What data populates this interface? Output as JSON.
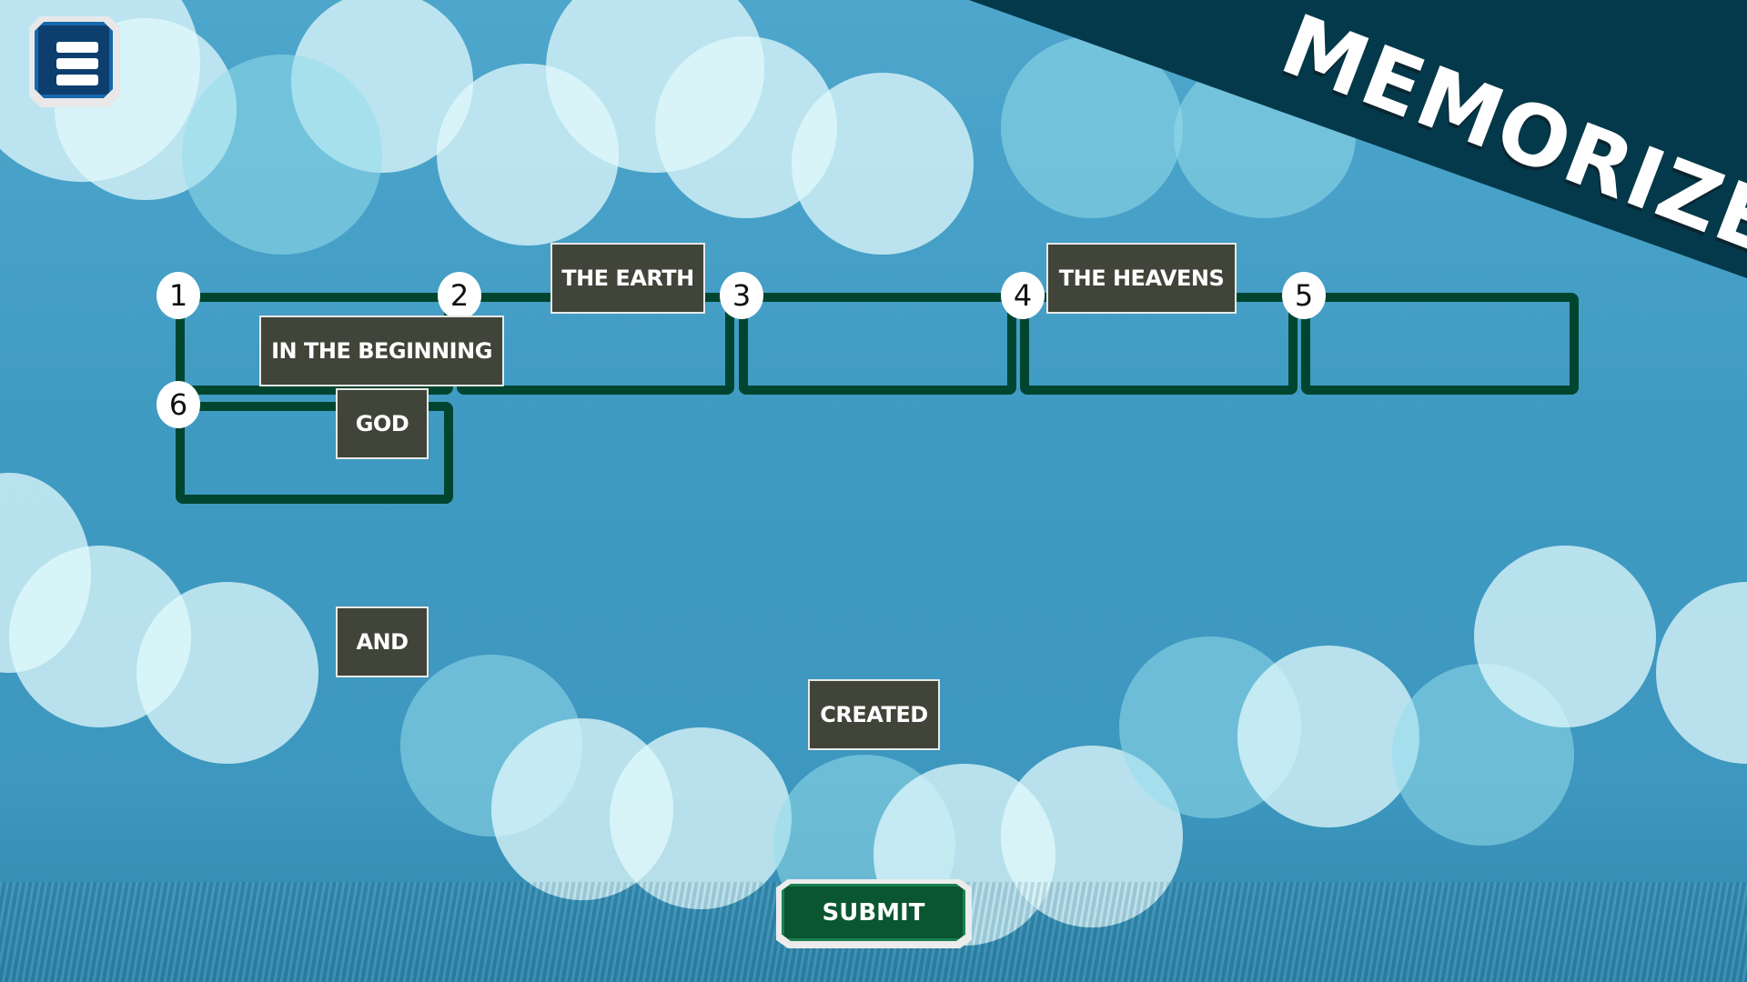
{
  "title": "MEMORIZE",
  "menu": {
    "icon": "hamburger-menu-icon"
  },
  "slots": [
    {
      "number": "1"
    },
    {
      "number": "2"
    },
    {
      "number": "3"
    },
    {
      "number": "4"
    },
    {
      "number": "5"
    },
    {
      "number": "6"
    }
  ],
  "tiles": [
    {
      "text": "THE EARTH"
    },
    {
      "text": "THE HEAVENS"
    },
    {
      "text": "IN THE BEGINNING"
    },
    {
      "text": "GOD"
    },
    {
      "text": "AND"
    },
    {
      "text": "CREATED"
    }
  ],
  "submit_label": "SUBMIT",
  "colors": {
    "slot_border": "#00452f",
    "tile_bg": "#414539",
    "banner": "#03394a",
    "submit": "#0a5630",
    "menu": "#0d3f6e"
  }
}
